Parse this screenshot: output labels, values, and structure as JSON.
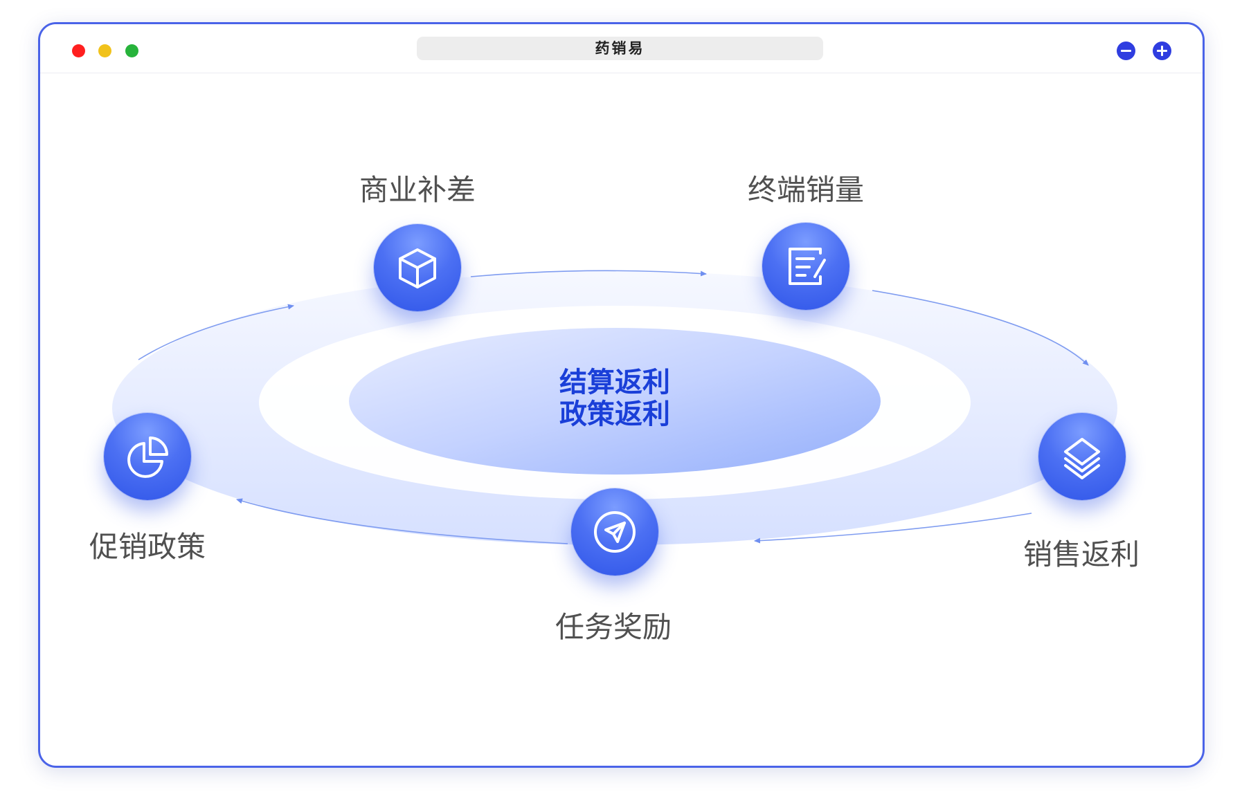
{
  "window": {
    "title": "药销易"
  },
  "diagram": {
    "center": {
      "line1": "结算返利",
      "line2": "政策返利"
    },
    "nodes": [
      {
        "key": "commercial",
        "label": "商业补差",
        "icon": "cube-icon"
      },
      {
        "key": "terminal",
        "label": "终端销量",
        "icon": "document-edit-icon"
      },
      {
        "key": "sales",
        "label": "销售返利",
        "icon": "layers-icon"
      },
      {
        "key": "task",
        "label": "任务奖励",
        "icon": "paper-plane-icon"
      },
      {
        "key": "promotion",
        "label": "促销政策",
        "icon": "pie-chart-icon"
      }
    ]
  },
  "colors": {
    "accent": "#2f55e8",
    "center_text": "#1a3fd8",
    "window_border": "#4a63e8",
    "label_text": "#505050"
  }
}
